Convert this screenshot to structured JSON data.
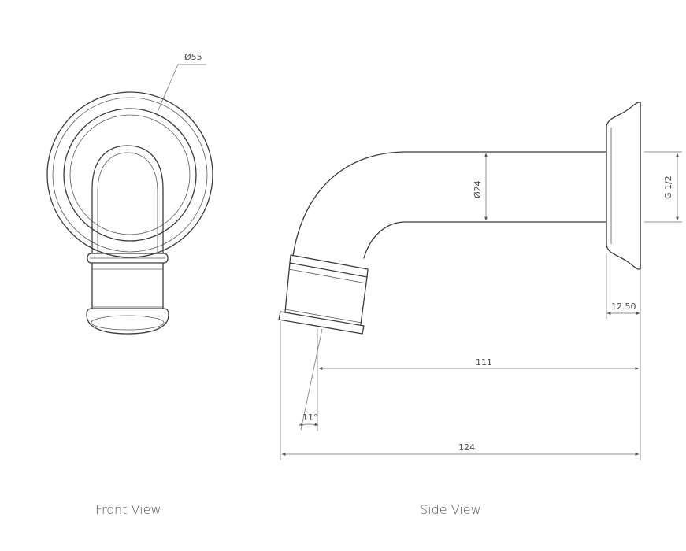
{
  "dimensions": {
    "flange_diameter": "Ø55",
    "spout_diameter": "Ø24",
    "thread": "G 1/2",
    "flange_depth": "12.50",
    "reach_outlet": "111",
    "total_projection": "124",
    "outlet_angle": "11°"
  },
  "views": {
    "front": "Front View",
    "side": "Side View"
  },
  "colors": {
    "line": "#3c3c3c",
    "text": "#555555",
    "background": "#ffffff"
  }
}
